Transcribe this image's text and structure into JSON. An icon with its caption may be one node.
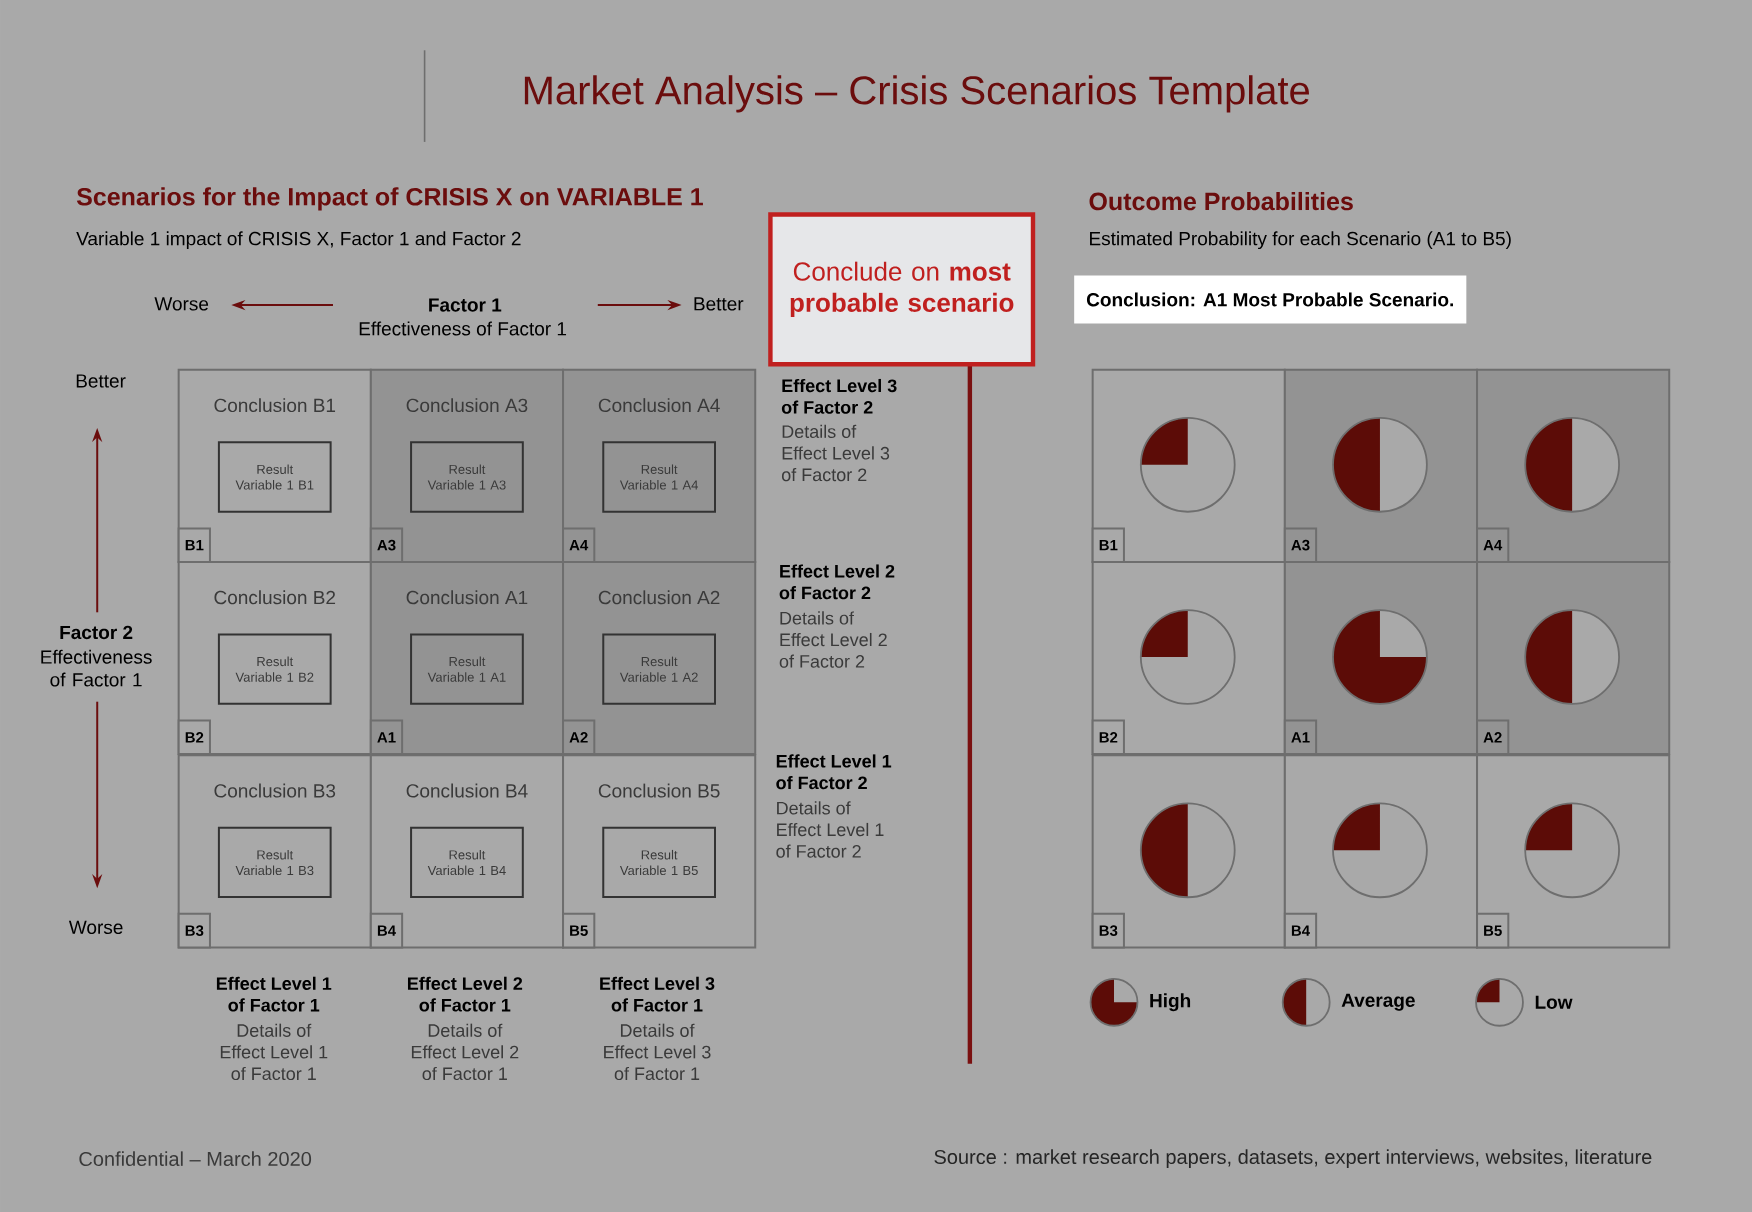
{
  "diagram": {
    "title": "Market Analysis – Crisis Scenarios Template",
    "nodes": [
      {
        "text": [
          "Conclusion B1"
        ]
      },
      {
        "text": [
          "Result Variable 1 B1"
        ],
        "in": 0
      },
      {
        "text": [
          "B1"
        ],
        "in": 0
      },
      {
        "text": [
          "Conclusion A3"
        ]
      },
      {
        "text": [
          "Result Variable 1 A3"
        ],
        "in": 3
      },
      {
        "text": [
          "A3"
        ],
        "in": 3
      },
      {
        "text": [
          "Conclusion A4"
        ]
      },
      {
        "text": [
          "Result Variable 1 A4"
        ],
        "in": 6
      },
      {
        "text": [
          "A4"
        ],
        "in": 6
      },
      {
        "text": [
          "Conclusion B2"
        ]
      },
      {
        "text": [
          "Result Variable 1 B2"
        ],
        "in": 9
      },
      {
        "text": [
          "B2"
        ],
        "in": 9
      },
      {
        "text": [
          "Conclusion A1"
        ]
      },
      {
        "text": [
          "Result Variable 1 A1"
        ],
        "in": 12
      },
      {
        "text": [
          "A1"
        ],
        "in": 12
      },
      {
        "text": [
          "Conclusion A2"
        ]
      },
      {
        "text": [
          "Result Variable 1 A2"
        ],
        "in": 15
      },
      {
        "text": [
          "A2"
        ],
        "in": 15
      },
      {
        "text": [
          "Conclusion B3"
        ]
      },
      {
        "text": [
          "Result Variable 1 B3"
        ],
        "in": 18
      },
      {
        "text": [
          "B3"
        ],
        "in": 18
      },
      {
        "text": [
          "Conclusion B4"
        ]
      },
      {
        "text": [
          "Result Variable 1 B4"
        ],
        "in": 21
      },
      {
        "text": [
          "B4"
        ],
        "in": 21
      },
      {
        "text": [
          "Conclusion B5"
        ]
      },
      {
        "text": [
          "Result Variable 1 B5"
        ],
        "in": 24
      },
      {
        "text": [
          "B5"
        ],
        "in": 24
      },
      {
        "text": [
          "Conclude on **most probable scenario**"
        ]
      },
      {
        "text": [
          "Conclusion: A1 Most Probable Scenario."
        ]
      },
      {
        "text": [],
        "shape": "box"
      },
      {
        "text": [
          "B1"
        ],
        "in": 29
      },
      {
        "text": [],
        "shape": "box"
      },
      {
        "text": [
          "A3"
        ],
        "in": 31
      },
      {
        "text": [],
        "shape": "box"
      },
      {
        "text": [
          "A4"
        ],
        "in": 33
      },
      {
        "text": [],
        "shape": "box"
      },
      {
        "text": [
          "B2"
        ],
        "in": 35
      },
      {
        "text": [],
        "shape": "box"
      },
      {
        "text": [
          "A1"
        ],
        "in": 37
      },
      {
        "text": [],
        "shape": "box"
      },
      {
        "text": [
          "A2"
        ],
        "in": 39
      },
      {
        "text": [],
        "shape": "box"
      },
      {
        "text": [
          "B3"
        ],
        "in": 41
      },
      {
        "text": [],
        "shape": "box"
      },
      {
        "text": [
          "B4"
        ],
        "in": 43
      },
      {
        "text": [],
        "shape": "box"
      },
      {
        "text": [
          "B5"
        ],
        "in": 45
      }
    ],
    "labels": [
      "Scenarios for the Impact of CRISIS X on VARIABLE 1",
      "Variable 1 impact of CRISIS X, Factor 1 and Factor 2",
      "Worse",
      "Factor 1",
      "Effectiveness of Factor 1",
      "Better",
      "Better",
      "Factor 2",
      "Effectiveness of Factor 1",
      "Worse",
      "Effect Level 3 of Factor 2",
      "Details of Effect Level 3 of Factor 2",
      "Effect Level 2 of Factor 2",
      "Details of Effect Level 2 of Factor 2",
      "Effect Level 1 of Factor 2",
      "Details of Effect Level 1 of Factor 2",
      "Effect Level 1 of Factor 1",
      "Details of Effect Level 1 of Factor 1",
      "Effect Level 2 of Factor 1",
      "Details of Effect Level 2 of Factor 1",
      "Effect Level 3 of Factor 1",
      "Details of Effect Level 3 of Factor 1",
      "Outcome Probabilities",
      "Estimated Probability for each Scenario (A1 to B5)",
      "Confidential – March 2020",
      "Source : market research papers, datasets, expert interviews, websites, literature"
    ],
    "legend": [
      {
        "text": "High"
      },
      {
        "text": "Average"
      },
      {
        "text": "Low"
      }
    ]
  }
}
